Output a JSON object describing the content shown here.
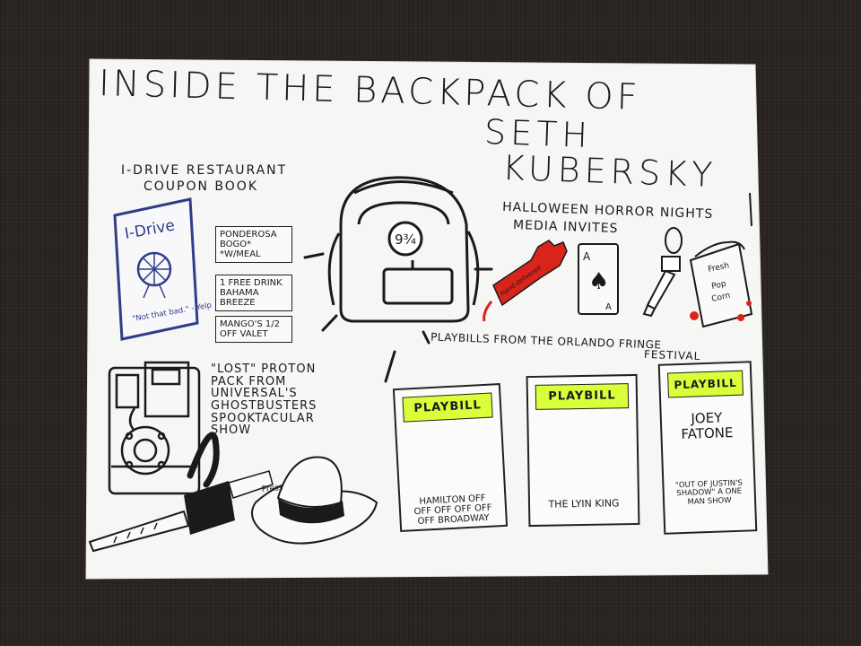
{
  "title": {
    "line1": "Inside the Backpack of",
    "line2": "Seth",
    "line3": "Kubersky"
  },
  "idrive": {
    "heading_line1": "I-Drive Restaurant",
    "heading_line2": "Coupon Book",
    "book_title": "I-Drive",
    "book_quote": "\"Not that bad.\" - Yelp",
    "coupons": [
      {
        "text": "Ponderosa BOGO* *w/meal"
      },
      {
        "text": "1 Free Drink Bahama Breeze"
      },
      {
        "text": "Mango's 1/2 off Valet"
      }
    ]
  },
  "backpack": {
    "patch": "9¾"
  },
  "hhn": {
    "heading_line1": "Halloween Horror Nights",
    "heading_line2": "Media Invites",
    "glove_text": "Hand delivered",
    "popcorn_line1": "Fresh",
    "popcorn_line2": "Pop",
    "popcorn_line3": "Corn"
  },
  "proton": {
    "label": "\"Lost\" Proton Pack from Universal's Ghostbusters Spooktacular Show",
    "lines": [
      "\"Lost\" Proton",
      "Pack from",
      "Universal's",
      "Ghostbusters",
      "Spooktacular",
      "Show"
    ],
    "hat_text": "Press"
  },
  "playbills": {
    "heading_line1": "Playbills from the Orlando Fringe",
    "heading_line2": "Festival",
    "items": [
      {
        "banner": "PLAYBILL",
        "caption": "Hamilton off off off off off off Broadway"
      },
      {
        "banner": "PLAYBILL",
        "caption": "The Lyin King"
      },
      {
        "banner": "PLAYBILL",
        "name": "Joey Fatone",
        "caption": "\"Out of Justin's Shadow\" a one man show"
      }
    ]
  },
  "colors": {
    "paper": "#f6f6f4",
    "ink": "#1a1a1a",
    "book_blue": "#2f3d8a",
    "playbill_yellow": "#d8ff3a",
    "glove_red": "#d9241c",
    "star_navy": "#283a6b"
  }
}
